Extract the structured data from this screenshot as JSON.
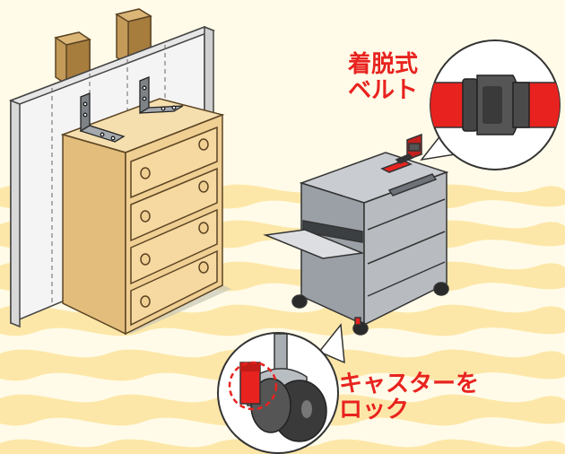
{
  "labels": {
    "belt_line1": "着脱式",
    "belt_line2": "ベルト",
    "caster_line1": "キャスターを",
    "caster_line2": "ロック"
  },
  "colors": {
    "background_light": "#fffbe8",
    "background_wave": "#fde7a8",
    "accent_red": "#e8231f",
    "furniture_wood": "#f0cf93",
    "metal_gray": "#9aa0a6"
  },
  "icons": {
    "wall": "wall-panel",
    "chest": "chest-of-drawers",
    "brackets": "l-bracket-icon",
    "copier": "copy-machine",
    "buckle_zoom": "buckle-icon",
    "caster_zoom": "caster-wheel-icon"
  }
}
